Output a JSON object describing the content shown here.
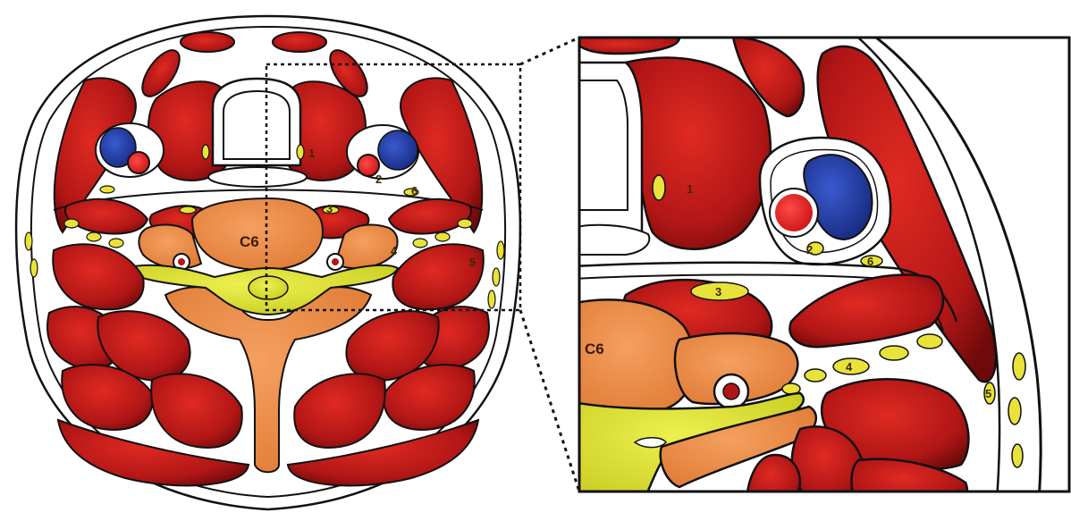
{
  "figure": {
    "left_panel": {
      "vertebra_label": "C6",
      "labels": [
        "1",
        "2",
        "3",
        "4",
        "5",
        "6"
      ]
    },
    "right_panel": {
      "vertebra_label": "C6",
      "labels": [
        "1",
        "2",
        "3",
        "4",
        "5",
        "6"
      ]
    },
    "colors": {
      "muscle": "#c41e1e",
      "muscle_dark": "#7a0d0d",
      "artery": "#e8202a",
      "vein": "#1e3a9a",
      "vertebra": "#f08a4a",
      "spinal_cord": "#d8e030",
      "nerve": "#e8e23a",
      "outline": "#111111"
    }
  }
}
